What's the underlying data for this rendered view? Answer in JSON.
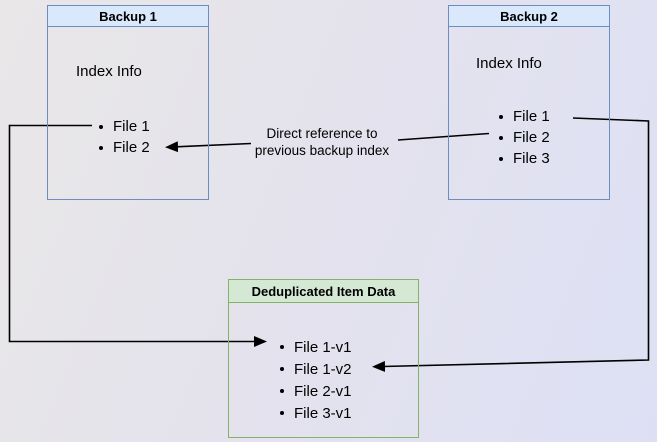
{
  "diagram": {
    "backup1": {
      "title": "Backup 1",
      "section_label": "Index Info",
      "items": [
        "File 1",
        "File 2"
      ]
    },
    "backup2": {
      "title": "Backup 2",
      "section_label": "Index Info",
      "items": [
        "File 1",
        "File 2",
        "File 3"
      ]
    },
    "dedup": {
      "title": "Deduplicated Item Data",
      "items": [
        "File 1-v1",
        "File 1-v2",
        "File 2-v1",
        "File 3-v1"
      ]
    },
    "annotation": {
      "line1": "Direct reference to",
      "line2": "previous backup index"
    },
    "colors": {
      "blue_fill": "#dae8fc",
      "blue_border": "#6c8ebf",
      "green_fill": "#d5e8d4",
      "green_border": "#82b366",
      "arrow": "#000000"
    }
  }
}
